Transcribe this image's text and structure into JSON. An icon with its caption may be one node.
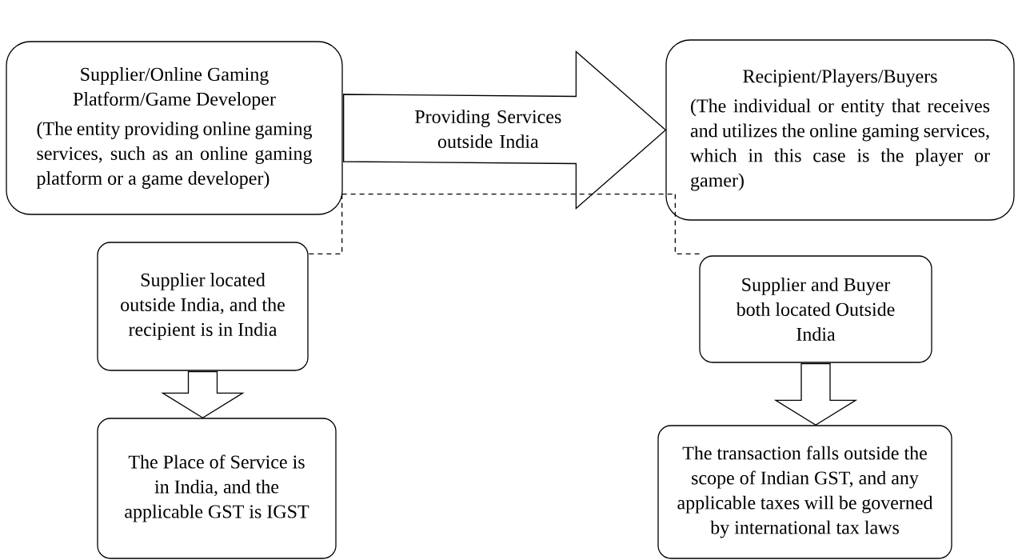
{
  "diagram": {
    "nodes": [
      {
        "text": [
          "Supplier/Online Gaming Platform/Game Developer",
          "(The entity providing online gaming services, such as an online gaming platform or a game developer)"
        ]
      },
      {
        "text": [
          "Recipient/Players/Buyers",
          "(The individual or entity that receives and utilizes the online gaming services, which in this case is the player or gamer)"
        ]
      },
      {
        "text": [
          "Supplier located outside India, and the recipient is in India"
        ]
      },
      {
        "text": [
          "The Place of Service is in India, and the applicable GST is IGST"
        ]
      },
      {
        "text": [
          "Supplier and Buyer both located Outside India"
        ]
      },
      {
        "text": [
          "The transaction falls outside the scope of Indian GST, and any applicable taxes will be governed by international tax laws"
        ]
      }
    ],
    "edges": [
      {
        "from": 0,
        "to": 1,
        "arrow": "to",
        "label": "Providing Services outside India"
      },
      {
        "from": 0,
        "to": 1,
        "arrow": "none",
        "style": "dashed"
      },
      {
        "from": 0,
        "to": 2,
        "arrow": "none",
        "style": "dashed"
      },
      {
        "from": 1,
        "to": 4,
        "arrow": "none",
        "style": "dashed"
      },
      {
        "from": 2,
        "to": 3,
        "arrow": "to"
      },
      {
        "from": 4,
        "to": 5,
        "arrow": "to"
      }
    ]
  }
}
